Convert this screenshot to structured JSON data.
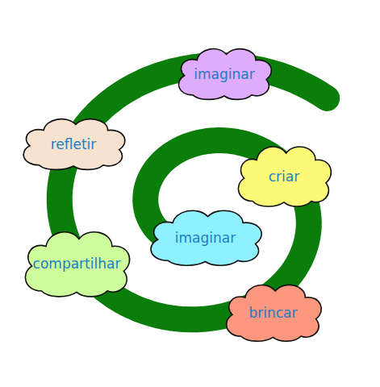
{
  "diagram": {
    "nodes": [
      {
        "text": [
          "imaginar"
        ]
      },
      {
        "text": [
          "criar"
        ]
      },
      {
        "text": [
          "brincar"
        ]
      },
      {
        "text": [
          "compartilhar"
        ]
      },
      {
        "text": [
          "refletir"
        ]
      },
      {
        "text": [
          "imaginar"
        ]
      }
    ]
  }
}
